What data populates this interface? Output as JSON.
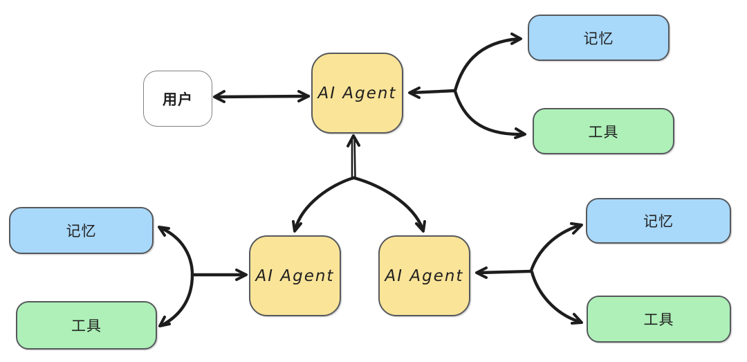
{
  "diagram": {
    "title": "multi-agent-architecture",
    "background": "#ffffff",
    "stroke_color": "#1d1d1d",
    "nodes": {
      "user": {
        "label": "用户",
        "fill": "#ffffff",
        "role": "user"
      },
      "agent_top": {
        "label": "AI Agent",
        "fill": "#fae498",
        "role": "agent"
      },
      "memory_top": {
        "label": "记忆",
        "fill": "#a8d8fa",
        "role": "memory"
      },
      "tools_top": {
        "label": "工具",
        "fill": "#aef0b8",
        "role": "tools"
      },
      "agent_left": {
        "label": "AI Agent",
        "fill": "#fae498",
        "role": "agent"
      },
      "memory_left": {
        "label": "记忆",
        "fill": "#a8d8fa",
        "role": "memory"
      },
      "tools_left": {
        "label": "工具",
        "fill": "#aef0b8",
        "role": "tools"
      },
      "agent_right": {
        "label": "AI Agent",
        "fill": "#fae498",
        "role": "agent"
      },
      "memory_right": {
        "label": "记忆",
        "fill": "#a8d8fa",
        "role": "memory"
      },
      "tools_right": {
        "label": "工具",
        "fill": "#aef0b8",
        "role": "tools"
      }
    },
    "edges": [
      {
        "from": "user",
        "to": "agent_top",
        "direction": "both"
      },
      {
        "from": "memory_top",
        "to": "agent_top",
        "direction": "branch-y"
      },
      {
        "from": "tools_top",
        "to": "agent_top",
        "direction": "branch-y"
      },
      {
        "from": "agent_top",
        "to": "agent_left",
        "direction": "down"
      },
      {
        "from": "agent_top",
        "to": "agent_right",
        "direction": "down"
      },
      {
        "from": "agent_left",
        "to": "agent_top",
        "direction": "up"
      },
      {
        "from": "memory_left",
        "to": "agent_left",
        "direction": "branch-y"
      },
      {
        "from": "tools_left",
        "to": "agent_left",
        "direction": "branch-y"
      },
      {
        "from": "memory_right",
        "to": "agent_right",
        "direction": "branch-y"
      },
      {
        "from": "tools_right",
        "to": "agent_right",
        "direction": "branch-y"
      }
    ]
  }
}
